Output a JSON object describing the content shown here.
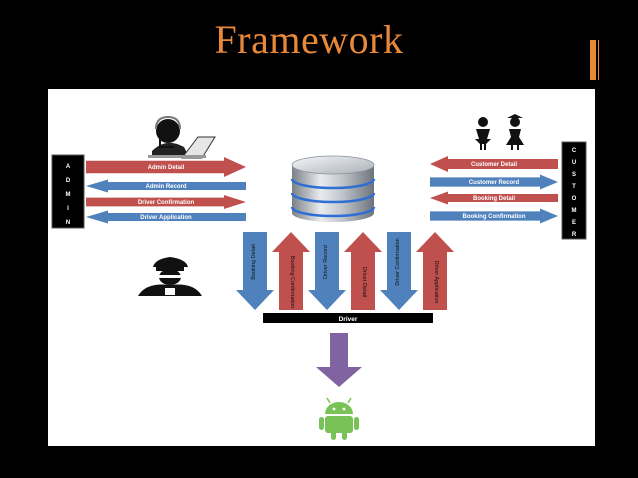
{
  "slide": {
    "title": "Framework"
  },
  "admin": {
    "side_label": [
      "A",
      "D",
      "M",
      "I",
      "N"
    ],
    "arrows": [
      {
        "label": "Admin Detail",
        "color": "#c0504d",
        "direction": "right"
      },
      {
        "label": "Admin Record",
        "color": "#4f81bd",
        "direction": "left"
      },
      {
        "label": "Driver Confirmation",
        "color": "#c0504d",
        "direction": "right"
      },
      {
        "label": "Driver Application",
        "color": "#4f81bd",
        "direction": "left"
      }
    ]
  },
  "customer": {
    "side_label": [
      "C",
      "U",
      "S",
      "T",
      "O",
      "M",
      "E",
      "R"
    ],
    "arrows": [
      {
        "label": "Customer Detail",
        "color": "#c0504d",
        "direction": "left"
      },
      {
        "label": "Customer Record",
        "color": "#4f81bd",
        "direction": "right"
      },
      {
        "label": "Booking Detail",
        "color": "#c0504d",
        "direction": "left"
      },
      {
        "label": "Booking Confirmation",
        "color": "#4f81bd",
        "direction": "right"
      }
    ]
  },
  "driver_arrows": [
    {
      "label": "Booking Detail",
      "color": "#4f81bd",
      "direction": "down"
    },
    {
      "label": "Booking Confirmation",
      "color": "#c0504d",
      "direction": "up"
    },
    {
      "label": "Driver Record",
      "color": "#4f81bd",
      "direction": "down"
    },
    {
      "label": "Driver Detail",
      "color": "#c0504d",
      "direction": "up"
    },
    {
      "label": "Driver Confirmation",
      "color": "#4f81bd",
      "direction": "down"
    },
    {
      "label": "Driver Application",
      "color": "#c0504d",
      "direction": "up"
    }
  ],
  "driver_bar": {
    "label": "Driver"
  },
  "output_arrow_color": "#8064a2",
  "icons": [
    "admin-user-icon",
    "customer-couple-icon",
    "database-icon",
    "driver-icon",
    "android-icon"
  ],
  "colors": {
    "title": "#e8893a",
    "red": "#c0504d",
    "blue": "#4f81bd",
    "purple": "#8064a2",
    "android": "#78c257"
  }
}
